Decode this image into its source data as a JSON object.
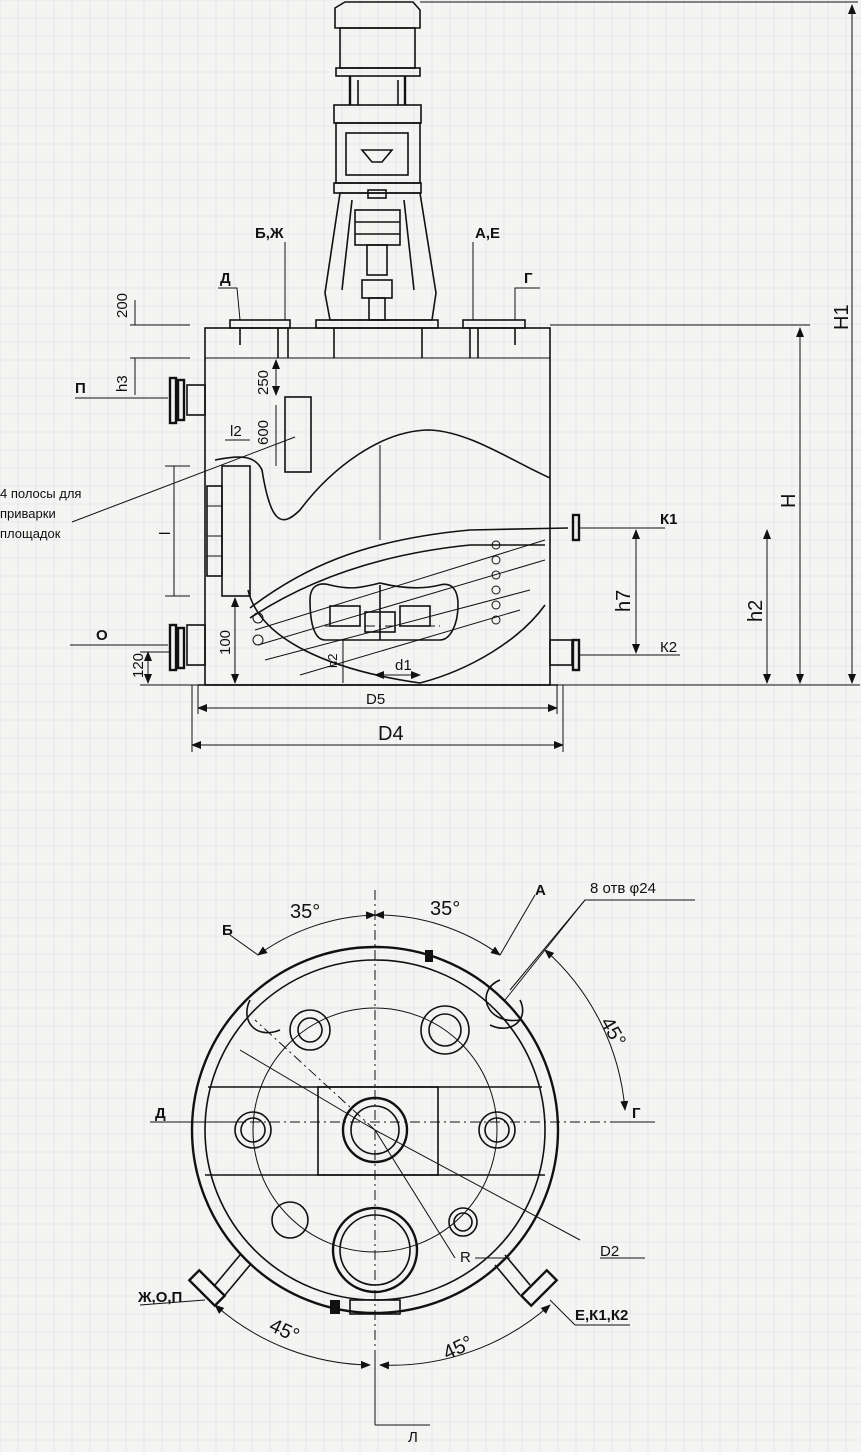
{
  "side_view": {
    "nozzle_labels": {
      "bzh": "Б,Ж",
      "ae": "А,Е",
      "d": "Д",
      "g": "Г",
      "p": "П",
      "o": "О",
      "k1": "К1",
      "k2": "К2"
    },
    "dimensions": {
      "d200": "200",
      "h3": "h3",
      "d250": "250",
      "d600": "600",
      "l2": "l2",
      "l": "l",
      "d100": "100",
      "d120": "120",
      "h2_small": "h2",
      "d1": "d1",
      "h7": "h7",
      "h2": "h2",
      "h": "H",
      "h1": "H1",
      "d5": "D5",
      "d4": "D4"
    },
    "note": {
      "line1": "4 полосы для",
      "line2": "приварки",
      "line3": "площадок"
    }
  },
  "top_view": {
    "nozzle_labels": {
      "a": "А",
      "b": "Б",
      "d": "Д",
      "g": "Г",
      "zhop": "Ж,О,П",
      "ek1k2": "Е,К1,К2",
      "l": "Л"
    },
    "angles": {
      "a35_left": "35°",
      "a35_right": "35°",
      "a45_right": "45°",
      "a45_bl": "45°",
      "a45_br": "45°"
    },
    "holes": "8 отв φ24",
    "dimensions": {
      "r": "R",
      "d2": "D2"
    }
  }
}
